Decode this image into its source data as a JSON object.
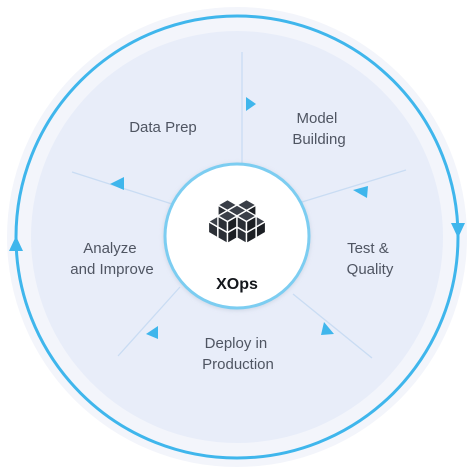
{
  "center": {
    "label": "XOps",
    "icon": "cube-cluster-icon"
  },
  "segments": [
    {
      "id": "data-prep",
      "lines": [
        "Data Prep"
      ]
    },
    {
      "id": "model-building",
      "lines": [
        "Model",
        "Building"
      ]
    },
    {
      "id": "test-quality",
      "lines": [
        "Test &",
        "Quality"
      ]
    },
    {
      "id": "deploy",
      "lines": [
        "Deploy in",
        "Production"
      ]
    },
    {
      "id": "analyze",
      "lines": [
        "Analyze",
        "and Improve"
      ]
    }
  ],
  "colors": {
    "accent": "#3fb6ec",
    "disc_fill": "#e8edf9",
    "outer_ring": "#f3f5fb",
    "divider": "#c9dcf3",
    "center_border": "#7ccdf1",
    "label": "#4f5562",
    "icon": "#2b2f36"
  }
}
